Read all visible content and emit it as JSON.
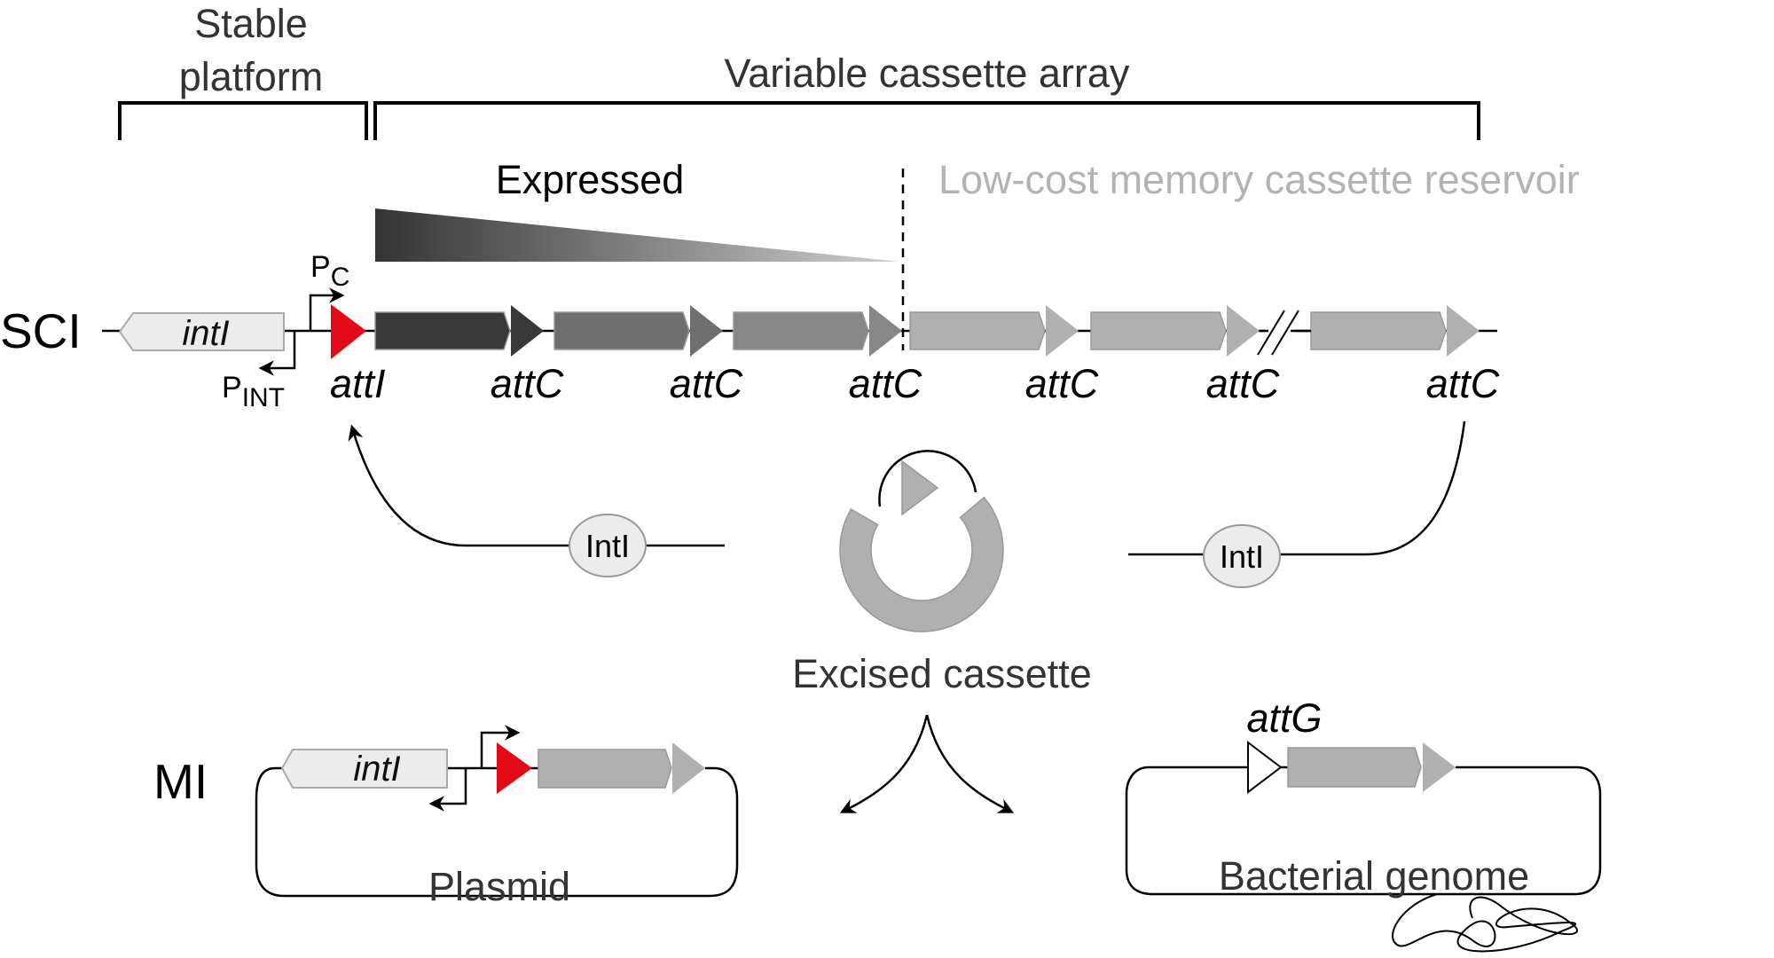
{
  "headers": {
    "stable_platform_line1": "Stable",
    "stable_platform_line2": "platform",
    "variable_array": "Variable cassette array",
    "expressed": "Expressed",
    "low_cost": "Low-cost memory cassette reservoir"
  },
  "sci": {
    "label": "SCI",
    "integrase_gene": "intI",
    "promoter_c": "P",
    "promoter_c_sub": "C",
    "promoter_int": "P",
    "promoter_int_sub": "INT",
    "att_site": "attI",
    "attc_labels": [
      "attC",
      "attC",
      "attC",
      "attC",
      "attC",
      "attC"
    ],
    "cassette_colors": [
      "#383838",
      "#6f6f6f",
      "#878787",
      "#b0b0b0",
      "#b0b0b0",
      "#b0b0b0"
    ]
  },
  "integrase_protein": {
    "left_label": "IntI",
    "right_label": "IntI"
  },
  "excised": {
    "caption": "Excised cassette"
  },
  "mi": {
    "label": "MI",
    "integrase_gene": "intI",
    "plasmid_label": "Plasmid"
  },
  "genome": {
    "att_site": "attG",
    "label": "Bacterial genome"
  },
  "colors": {
    "att_red": "#e30a17",
    "intI_fill": "#ececec",
    "cassette_gray": "#b0b0b0",
    "low_cost_text": "#b3b3b3"
  }
}
